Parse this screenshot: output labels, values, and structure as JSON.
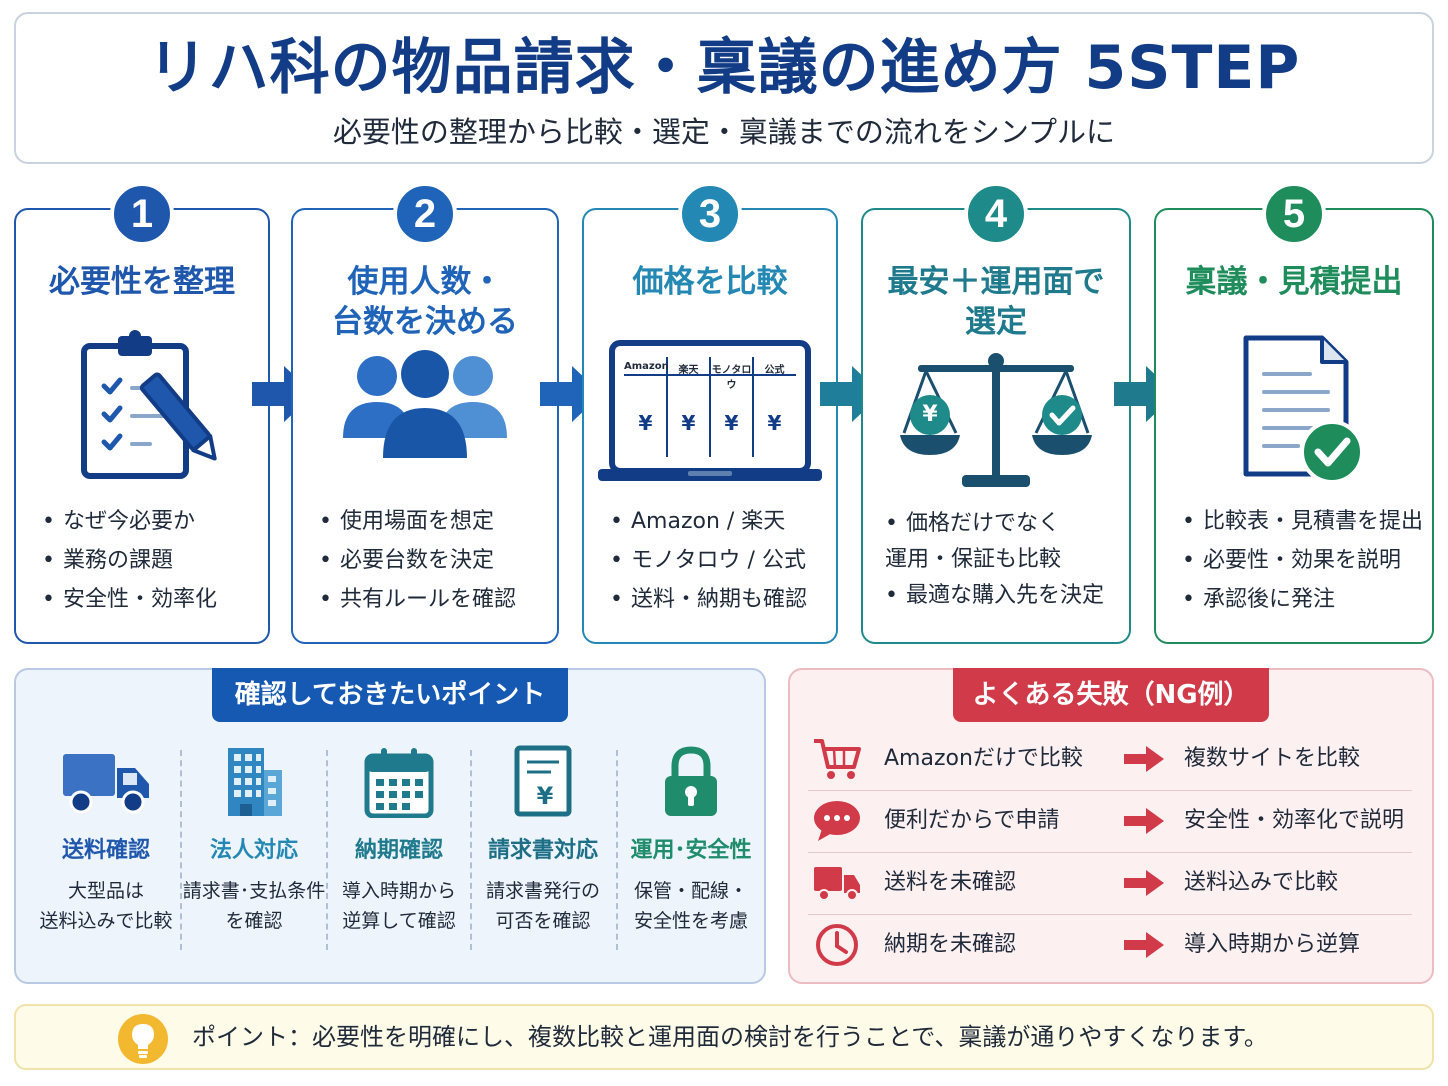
{
  "header": {
    "title": "リハ科の物品請求・稟議の進め方 5STEP",
    "subtitle": "必要性の整理から比較・選定・稟議までの流れをシンプルに"
  },
  "steps": [
    {
      "number": "1",
      "title": "必要性を整理",
      "icon": "clipboard-checklist-pencil-icon",
      "color": "#1f57ad",
      "bullets": [
        "なぜ今必要か",
        "業務の課題",
        "安全性・効率化"
      ]
    },
    {
      "number": "2",
      "title": "使用人数・\n台数を決める",
      "icon": "people-group-icon",
      "color": "#1f64b8",
      "bullets": [
        "使用場面を想定",
        "必要台数を決定",
        "共有ルールを確認"
      ]
    },
    {
      "number": "3",
      "title": "価格を比較",
      "icon": "laptop-price-table-icon",
      "color": "#2488b4",
      "screen_columns": [
        "Amazon",
        "楽天",
        "モノタロウ",
        "公式"
      ],
      "currency": "¥",
      "bullets": [
        "Amazon / 楽天",
        "モノタロウ / 公式",
        "送料・納期も確認"
      ]
    },
    {
      "number": "4",
      "title": "最安＋運用面で\n選定",
      "icon": "balance-scale-icon",
      "color": "#1e8a8a",
      "scale_left_symbol": "¥",
      "bullets": [
        "価格だけでなく\n運用・保証も比較",
        "最適な購入先を決定"
      ]
    },
    {
      "number": "5",
      "title": "稟議・見積提出",
      "icon": "document-check-icon",
      "color": "#1f8c5c",
      "bullets": [
        "比較表・見積書を提出",
        "必要性・効果を説明",
        "承認後に発注"
      ]
    }
  ],
  "points_panel": {
    "label": "確認しておきたいポイント",
    "items": [
      {
        "icon": "truck-icon",
        "title": "送料確認",
        "desc": "大型品は\n送料込みで比較",
        "color": "#1f57ad"
      },
      {
        "icon": "office-building-icon",
        "title": "法人対応",
        "desc": "請求書･支払条件\nを確認",
        "color": "#2488b4"
      },
      {
        "icon": "calendar-icon",
        "title": "納期確認",
        "desc": "導入時期から\n逆算して確認",
        "color": "#1e7a8c"
      },
      {
        "icon": "invoice-yen-icon",
        "title": "請求書対応",
        "desc": "請求書発行の\n可否を確認",
        "color": "#1d6f86"
      },
      {
        "icon": "padlock-icon",
        "title": "運用･安全性",
        "desc": "保管・配線・\n安全性を考慮",
        "color": "#1f8c6c"
      }
    ]
  },
  "ng_panel": {
    "label": "よくある失敗（NG例）",
    "rows": [
      {
        "icon": "shopping-cart-icon",
        "bad": "Amazonだけで比較",
        "good": "複数サイトを比較"
      },
      {
        "icon": "speech-bubble-icon",
        "bad": "便利だからで申請",
        "good": "安全性・効率化で説明"
      },
      {
        "icon": "truck-icon",
        "bad": "送料を未確認",
        "good": "送料込みで比較"
      },
      {
        "icon": "clock-icon",
        "bad": "納期を未確認",
        "good": "導入時期から逆算"
      }
    ]
  },
  "footer": {
    "icon": "lightbulb-icon",
    "text": "ポイント：必要性を明確にし、複数比較と運用面の検討を行うことで、稟議が通りやすくなります。"
  },
  "colors": {
    "title_navy": "#123d86",
    "step1": "#1f57ad",
    "step2": "#1f64b8",
    "step3": "#2488b4",
    "step4": "#1e8a8a",
    "step5": "#1f8c5c",
    "ng_red": "#d13a49",
    "points_blue": "#1659b3",
    "footer_yellow": "#fefbe9"
  }
}
